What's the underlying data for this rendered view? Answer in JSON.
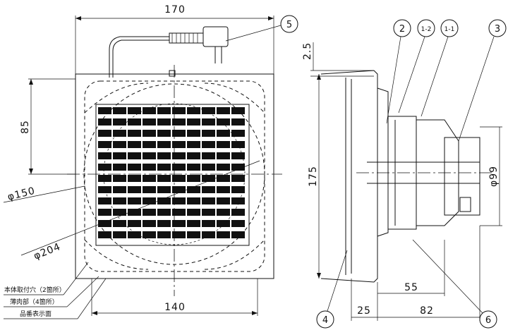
{
  "front_view": {
    "width_dim": "170",
    "height_dim": "85",
    "hole_dim": "φ150",
    "outer_dim": "φ204",
    "mount_dim": "140",
    "cord_callout": "5",
    "notes": [
      "本体取付穴（2箇所）",
      "薄肉部（4箇所）",
      "品番表示面"
    ]
  },
  "side_view": {
    "top_dim": "2.5",
    "height_dim": "175",
    "duct_dim": "φ99",
    "depth_dim": "55",
    "flange_dim": "25",
    "body_dim": "82",
    "callouts": [
      "2",
      "1-2",
      "1-1",
      "3",
      "4",
      "6"
    ]
  }
}
